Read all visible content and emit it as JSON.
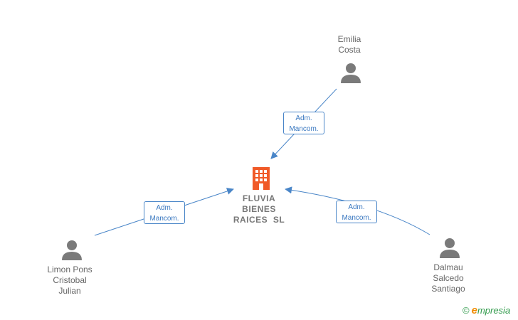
{
  "company": {
    "lines": [
      "FLUVIA",
      "BIENES",
      "RAICES  SL"
    ]
  },
  "people": [
    {
      "id": "emilia-costa",
      "lines": [
        "Emilia",
        "Costa"
      ]
    },
    {
      "id": "limon-pons",
      "lines": [
        "Limon Pons",
        "Cristobal",
        "Julian"
      ]
    },
    {
      "id": "dalmau-salcedo",
      "lines": [
        "Dalmau",
        "Salcedo",
        "Santiago"
      ]
    }
  ],
  "relations": [
    {
      "from": "emilia-costa",
      "line1": "Adm.",
      "line2": "Mancom."
    },
    {
      "from": "limon-pons",
      "line1": "Adm.",
      "line2": "Mancom."
    },
    {
      "from": "dalmau-salcedo",
      "line1": "Adm.",
      "line2": "Mancom."
    }
  ],
  "brand": {
    "copyright": "©",
    "initial": "e",
    "rest": "mpresia"
  },
  "colors": {
    "company_icon": "#f05a28",
    "person_icon": "#7a7a7a",
    "edge": "#4a86c8"
  }
}
